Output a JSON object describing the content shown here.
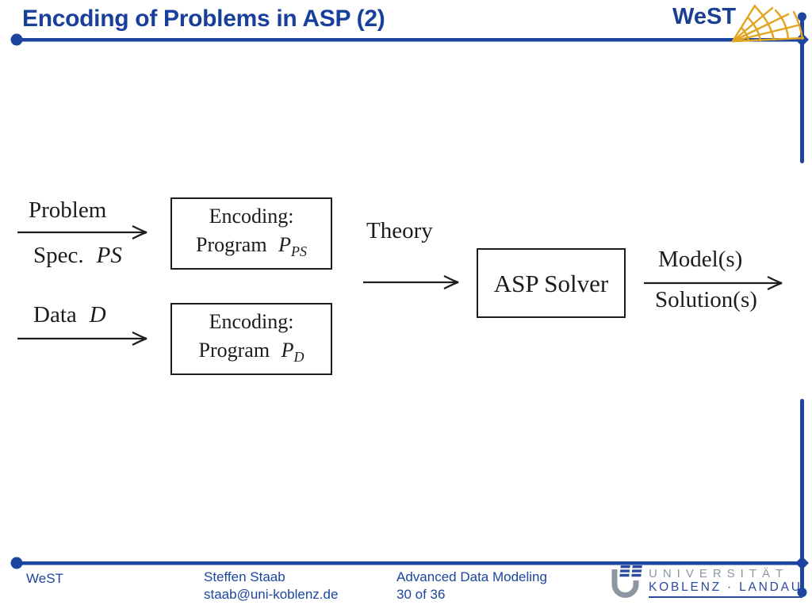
{
  "colors": {
    "accent_blue": "#1B459E",
    "title_blue": "#18409A",
    "logo_gold": "#E2A51F",
    "university_gray": "#8D97A3",
    "university_blue": "#2B4B9C",
    "diagram_black": "#1C1C1C"
  },
  "header": {
    "title": "Encoding of Problems in ASP (2)",
    "brand": "WeST"
  },
  "diagram": {
    "problem_top": "Problem",
    "problem_bottom": "Spec.",
    "problem_var": "PS",
    "data_label": "Data",
    "data_var": "D",
    "box_ps": {
      "line1": "Encoding:",
      "line2": "Program",
      "var": "P",
      "sub": "PS"
    },
    "box_d": {
      "line1": "Encoding:",
      "line2": "Program",
      "var": "P",
      "sub": "D"
    },
    "theory_label": "Theory",
    "solver_label": "ASP Solver",
    "output_top": "Model(s)",
    "output_bottom": "Solution(s)"
  },
  "footer": {
    "brand": "WeST",
    "author": "Steffen Staab",
    "email": "staab@uni-koblenz.de",
    "course": "Advanced Data Modeling",
    "page": "30 of 36",
    "university_name": "UNIVERSITÄT",
    "university_location": "KOBLENZ · LANDAU"
  }
}
